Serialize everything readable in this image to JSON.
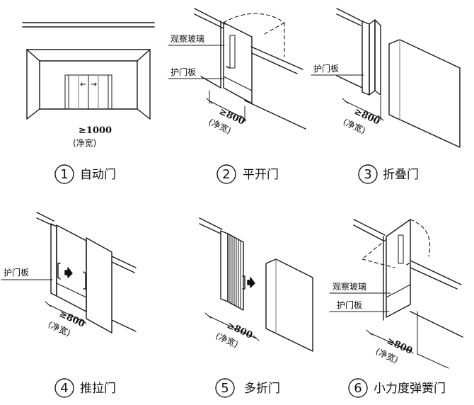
{
  "panels": [
    {
      "number": "1",
      "name": "自动门",
      "min_width": "≥1000",
      "clear_width": "(净宽)"
    },
    {
      "number": "2",
      "name": "平开门",
      "min_width": "≥800",
      "clear_width": "(净宽)",
      "callouts": [
        "观察玻璃",
        "护门板"
      ]
    },
    {
      "number": "3",
      "name": "折叠门",
      "min_width": "≥800",
      "clear_width": "(净宽)",
      "callouts": [
        "护门板"
      ]
    },
    {
      "number": "4",
      "name": "推拉门",
      "min_width": "≥800",
      "clear_width": "(净宽)",
      "callouts": [
        "护门板"
      ]
    },
    {
      "number": "5",
      "name": "多折门",
      "min_width": "≥800",
      "clear_width": "(净宽)"
    },
    {
      "number": "6",
      "name": "小力度弹簧门",
      "min_width": "≥800",
      "clear_width": "(净宽)",
      "callouts": [
        "观察玻璃",
        "护门板"
      ]
    }
  ]
}
